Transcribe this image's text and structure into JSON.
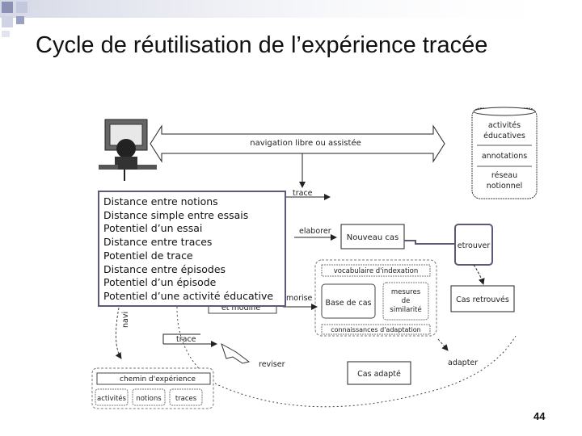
{
  "slide": {
    "title": "Cycle de réutilisation de l’expérience tracée",
    "page_number": "44"
  },
  "overlay_lines": [
    "Distance entre notions",
    "Distance simple entre essais",
    "Potentiel d’un essai",
    "Distance entre traces",
    "Potentiel de trace",
    "Distance entre épisodes",
    "Potentiel d’un épisode",
    "Potentiel d’une activité éducative"
  ],
  "diagram": {
    "nav_arrow": "navigation libre ou assistée",
    "db_items": [
      "activités éducatives",
      "annotations",
      "réseau notionnel"
    ],
    "trace_top": "trace",
    "elaborer": "elaborer",
    "nouveau_cas": "Nouveau cas",
    "retrouver": "etrouver",
    "vocab": "vocabulaire d'indexation",
    "mesures_line1": "mesures",
    "mesures_line2": "de",
    "mesures_line3": "similarité",
    "base_cas": "Base de cas",
    "connaissances": "connaissances d'adaptation",
    "memoriser": "morise",
    "modifie": "et modifié",
    "cas_retrouves": "Cas retrouvés",
    "navigation_vertical": "navi",
    "trace_bottom": "trace",
    "reviser": "reviser",
    "cas_adapte": "Cas adapté",
    "adapter": "adapter",
    "chemin": "chemin d'expérience",
    "bottom_items": [
      "activités",
      "notions",
      "traces"
    ]
  },
  "colors": {
    "overlay_border": "#5b5b77",
    "corner_gradient": "#9aa0bf"
  }
}
